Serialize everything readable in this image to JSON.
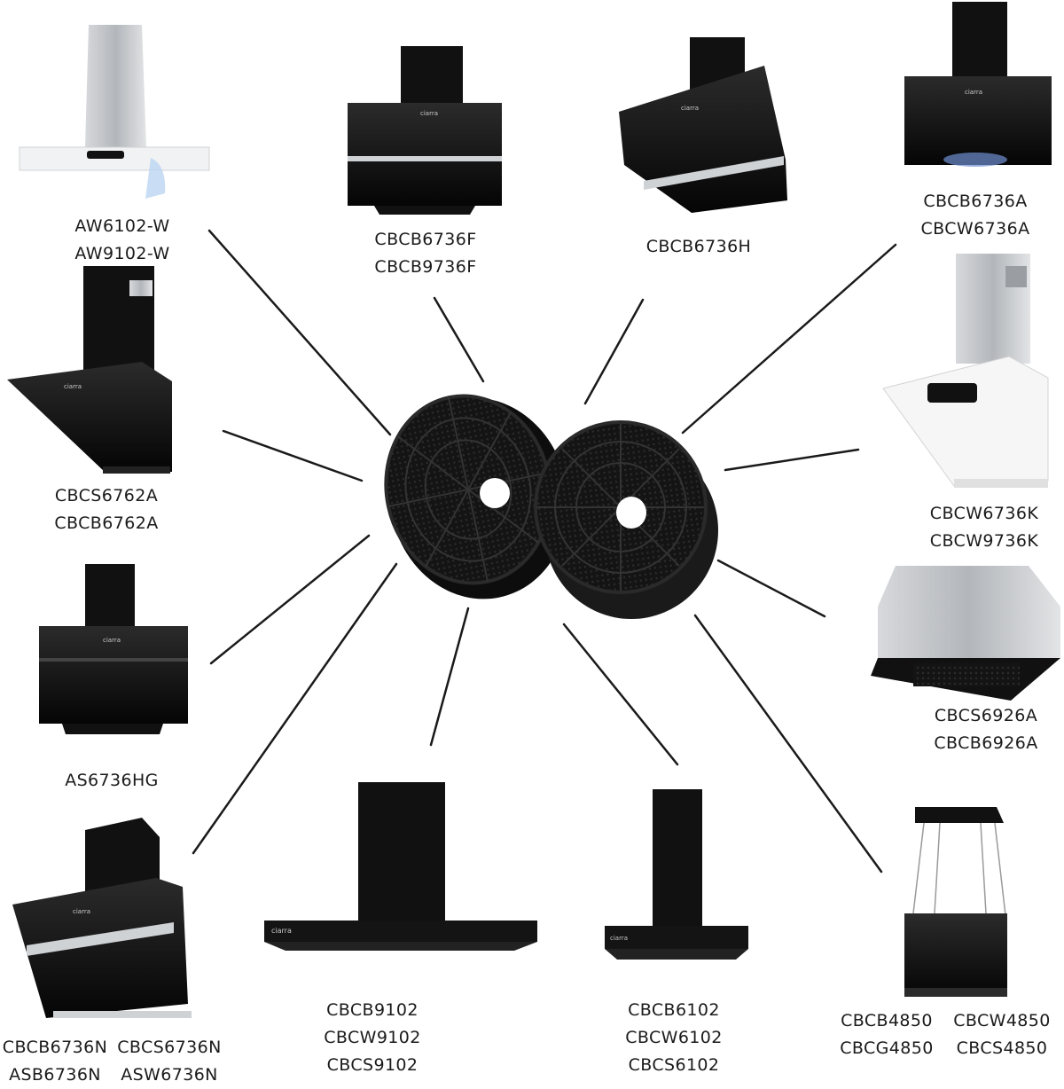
{
  "labels": {
    "aw6102": [
      "AW6102-W",
      "AW9102-W"
    ],
    "cbcb6736f": [
      "CBCB6736F",
      "CBCB9736F"
    ],
    "cbcb6736h": [
      "CBCB6736H"
    ],
    "cbcb6736a": [
      "CBCB6736A",
      "CBCW6736A"
    ],
    "cbcs6762a": [
      "CBCS6762A",
      "CBCB6762A"
    ],
    "cbcw6736k": [
      "CBCW6736K",
      "CBCW9736K"
    ],
    "as6736hg": [
      "AS6736HG"
    ],
    "cbcs6926a": [
      "CBCS6926A",
      "CBCB6926A"
    ],
    "cbcb6736n_left": [
      "CBCB6736N",
      "ASB6736N"
    ],
    "cbcb6736n_right": [
      "CBCS6736N",
      "ASW6736N"
    ],
    "cbcb9102": [
      "CBCB9102",
      "CBCW9102",
      "CBCS9102"
    ],
    "cbcb6102": [
      "CBCB6102",
      "CBCW6102",
      "CBCS6102"
    ],
    "cbcb4850_left": [
      "CBCB4850",
      "CBCG4850"
    ],
    "cbcb4850_right": [
      "CBCW4850",
      "CBCS4850"
    ]
  },
  "brand_logo_text": "ciarra",
  "colors": {
    "hood_black": "#111111",
    "steel": "#b9bcc0",
    "white_panel": "#f4f4f4",
    "line": "#1a1a1a",
    "filter": "#161616"
  }
}
